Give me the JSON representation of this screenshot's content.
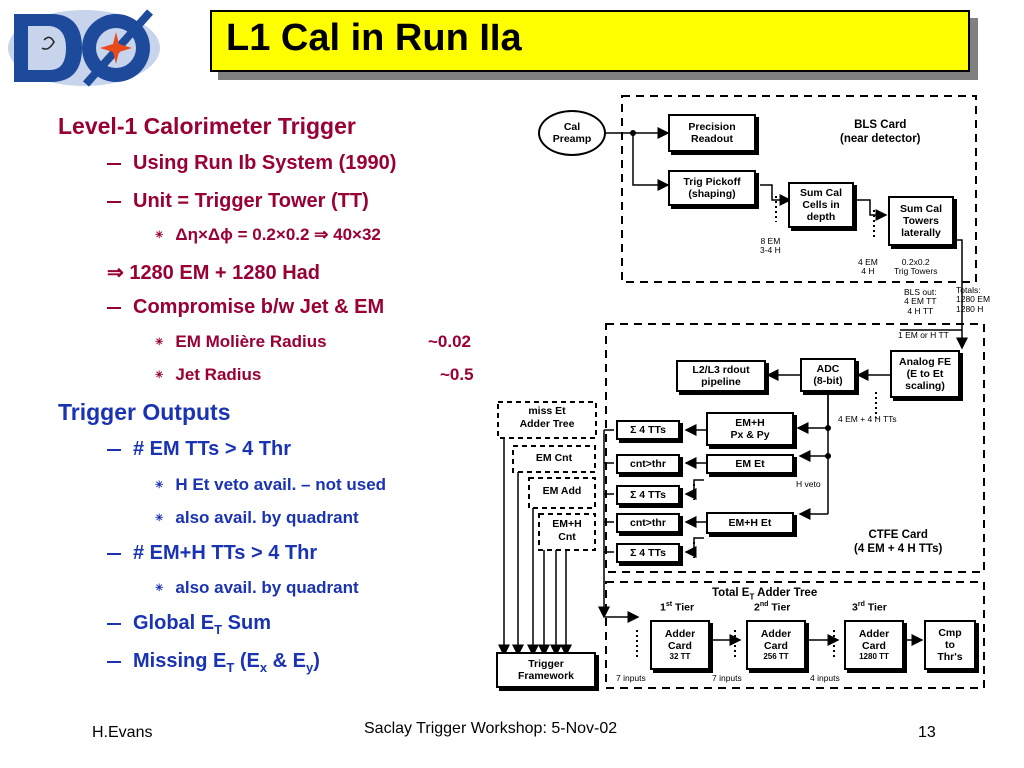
{
  "title": "L1 Cal in Run IIa",
  "bullets": {
    "b1": "Level-1 Calorimeter Trigger",
    "b1_1": "Using Run Ib System (1990)",
    "b1_2": "Unit = Trigger Tower (TT)",
    "b1_2_1": "Δη×Δϕ = 0.2×0.2 ⇒ 40×32",
    "b1_3": "⇒ 1280 EM + 1280 Had",
    "b1_4": "Compromise b/w Jet & EM",
    "b1_4_1_label": "EM Molière Radius",
    "b1_4_1_value": "~0.02",
    "b1_4_2_label": "Jet Radius",
    "b1_4_2_value": "~0.5",
    "b2": "Trigger Outputs",
    "b2_1": "# EM TTs > 4 Thr",
    "b2_1_1": "H Et veto avail. – not used",
    "b2_1_2": "also avail. by quadrant",
    "b2_2": "# EM+H TTs > 4 Thr",
    "b2_2_1": "also avail. by quadrant",
    "b2_3": "Global E",
    "b2_3_sub": "T",
    "b2_3_suffix": " Sum",
    "b2_4": "Missing E"
  },
  "diagram": {
    "bls_card": "BLS Card\n(near detector)",
    "cal_preamp": "Cal\nPreamp",
    "precision_readout": "Precision\nReadout",
    "trig_pickoff": "Trig Pickoff\n(shaping)",
    "sum_cal_cells": "Sum Cal\nCells in\ndepth",
    "sum_cal_towers": "Sum Cal\nTowers\nlaterally",
    "n_8em": "8 EM\n3-4 H",
    "n_4em": "4 EM\n4 H",
    "n_02": "0.2x0.2\nTrig Towers",
    "n_bls_out": "BLS out:\n4 EM TT\n4 H TT",
    "n_totals": "Totals:\n1280 EM\n1280 H",
    "n_1em": "1 EM or H TT",
    "analog_fe": "Analog FE\n(E to Et\nscaling)",
    "adc": "ADC\n(8-bit)",
    "l2l3": "L2/L3 rdout\npipeline",
    "n_4em4h": "4 EM  + 4 H TTs",
    "emh_pxpy": "EM+H\nPx & Py",
    "em_et": "EM Et",
    "emh_et": "EM+H Et",
    "h_veto": "H veto",
    "sum_4tts": "Σ 4 TTs",
    "cnt_thr": "cnt>thr",
    "miss_et": "miss Et\nAdder Tree",
    "em_cnt": "EM Cnt",
    "em_add": "EM Add",
    "emh_cnt": "EM+H\nCnt",
    "ctfe_card": "CTFE Card\n(4 EM + 4 H TTs)",
    "total_et": "Total E",
    "total_et_sub": "T",
    "total_et_suffix": " Adder Tree",
    "tier1": "1",
    "tier1_sup": "st",
    "tier2": "2",
    "tier2_sup": "nd",
    "tier3": "3",
    "tier3_sup": "rd",
    "tier_word": " Tier",
    "adder_label": "Adder\nCard",
    "adder1_sub": "32 TT",
    "adder2_sub": "256 TT",
    "adder3_sub": "1280 TT",
    "cmp": "Cmp\nto\nThr's",
    "inputs1": "7 inputs",
    "inputs2": "7 inputs",
    "inputs3": "4 inputs",
    "trigger_framework": "Trigger\nFramework"
  },
  "footer": {
    "author": "H.Evans",
    "event": "Saclay Trigger Workshop: 5-Nov-02",
    "page": "13"
  },
  "colors": {
    "title_bg": "#ffff00",
    "bullet_red": "#990033",
    "bullet_blue": "#1a33b3"
  }
}
